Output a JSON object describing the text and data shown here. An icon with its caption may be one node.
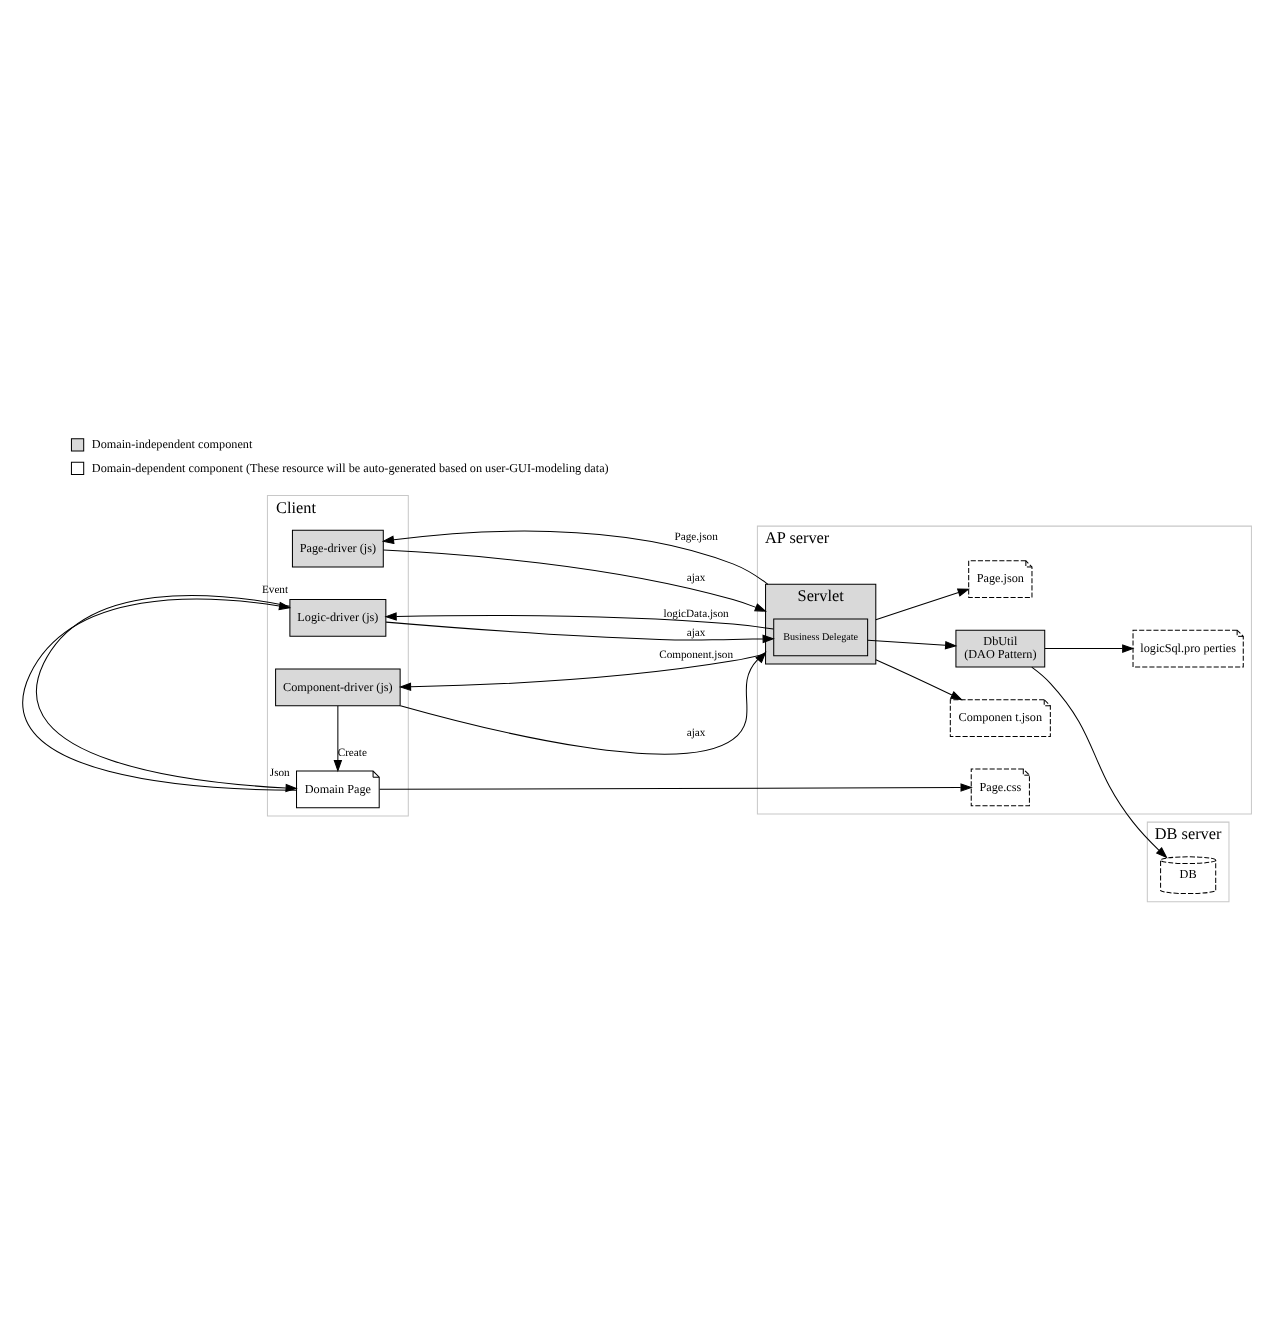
{
  "diagram": {
    "nodes": [
      {
        "text": [
          "Client"
        ]
      },
      {
        "text": [
          "Domain Page"
        ],
        "in": 0
      },
      {
        "text": [
          "Page-driver (js)"
        ],
        "in": 0
      },
      {
        "text": [
          "Component-driver (js)"
        ],
        "in": 0
      },
      {
        "text": [
          "Logic-driver (js)"
        ],
        "in": 0
      },
      {
        "text": [
          "AP server"
        ]
      },
      {
        "text": [
          "Page.css"
        ],
        "in": 5
      },
      {
        "text": [
          "Servlet"
        ],
        "in": 5
      },
      {
        "text": [
          "Business Delegate"
        ],
        "in": 7
      },
      {
        "text": [
          "Page.json"
        ],
        "in": 5
      },
      {
        "text": [
          "Componen t.json"
        ],
        "in": 5
      },
      {
        "text": [
          "DbUtil",
          "(DAO Pattern)"
        ],
        "in": 5
      },
      {
        "text": [
          "logicSql.pro perties"
        ],
        "in": 5
      },
      {
        "text": [
          "DB server"
        ]
      },
      {
        "text": [
          "DB"
        ],
        "in": 13
      }
    ],
    "edges": [
      {
        "from": 4,
        "to": 1,
        "arrow": "to",
        "label": "Json"
      },
      {
        "from": 1,
        "to": 4,
        "arrow": "to",
        "label": "Event"
      },
      {
        "from": 3,
        "to": 1,
        "arrow": "to",
        "label": "Create"
      },
      {
        "from": 1,
        "to": 6,
        "arrow": "to"
      },
      {
        "from": 2,
        "to": 7,
        "arrow": "to",
        "label": "ajax"
      },
      {
        "from": 7,
        "to": 2,
        "arrow": "to",
        "label": "Page.json"
      },
      {
        "from": 3,
        "to": 7,
        "arrow": "to",
        "label": "ajax"
      },
      {
        "from": 7,
        "to": 3,
        "arrow": "to",
        "label": "Component.json"
      },
      {
        "from": 4,
        "to": 8,
        "arrow": "to",
        "label": "ajax"
      },
      {
        "from": 8,
        "to": 4,
        "arrow": "to",
        "label": "logicData.json"
      },
      {
        "from": 7,
        "to": 9,
        "arrow": "to"
      },
      {
        "from": 7,
        "to": 10,
        "arrow": "to"
      },
      {
        "from": 8,
        "to": 11,
        "arrow": "to"
      },
      {
        "from": 11,
        "to": 14,
        "arrow": "to"
      },
      {
        "from": 11,
        "to": 12,
        "arrow": "to"
      }
    ],
    "legend": [
      {
        "text": "Domain-independent component",
        "color": "#d9d9d9"
      },
      {
        "text": "Domain-dependent component (These resource will be auto-generated based on user-GUI-modeling data)",
        "color": "#ffffff"
      }
    ]
  }
}
